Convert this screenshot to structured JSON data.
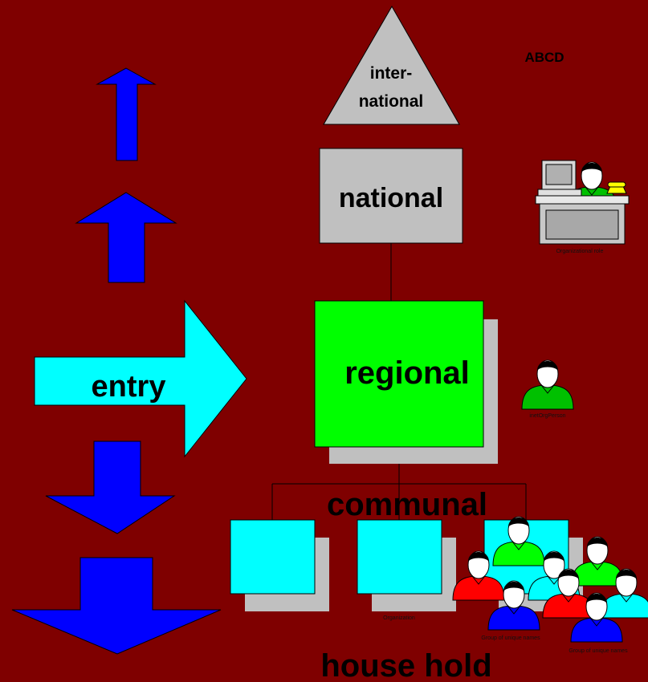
{
  "top_label": "ABCD",
  "levels": {
    "international_line1": "inter-",
    "international_line2": "national",
    "national": "national",
    "regional": "regional",
    "communal": "communal",
    "household": "house hold"
  },
  "entry_label": "entry",
  "icon_captions": {
    "org_role": "Organizational role",
    "inet_person": "inetOrgPerson",
    "organization": "Organization",
    "group1": "Group of unique names",
    "group2": "Group of unique names"
  },
  "colors": {
    "background": "#7f0000",
    "blue_arrow": "#0000ff",
    "cyan": "#00ffff",
    "green": "#00ff00",
    "gray": "#c0c0c0",
    "red": "#ff0000"
  }
}
